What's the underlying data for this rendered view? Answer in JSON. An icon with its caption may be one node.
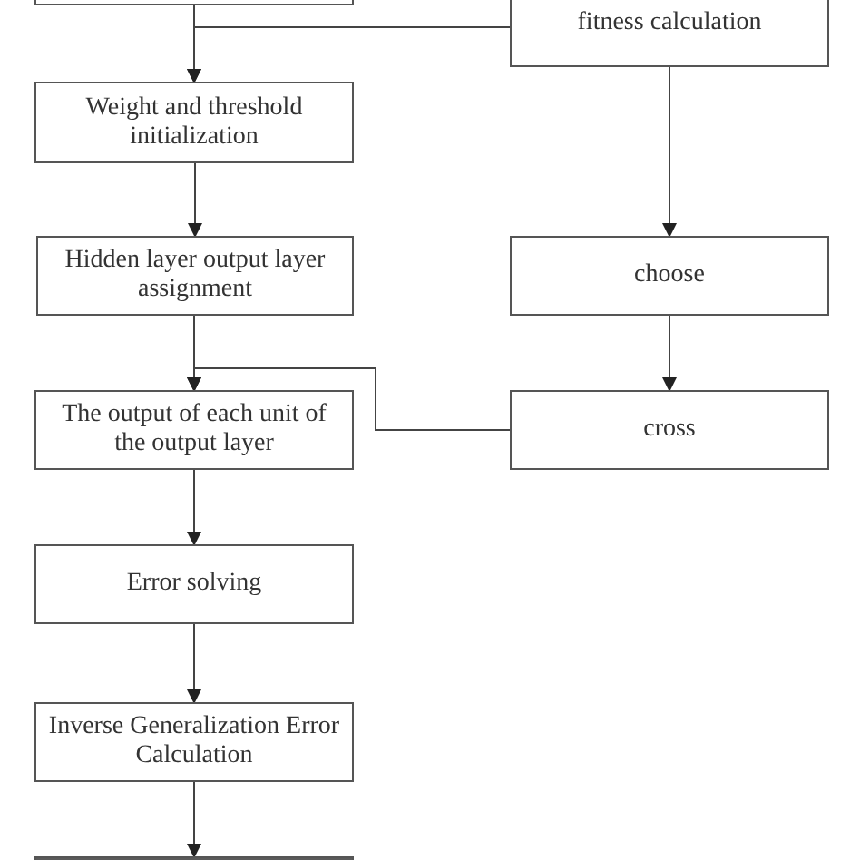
{
  "diagram": {
    "nodes": [
      {
        "text": [],
        "shape": "box"
      },
      {
        "text": [
          "fitness calculation"
        ]
      },
      {
        "text": [
          "Weight and threshold initialization"
        ]
      },
      {
        "text": [
          "Hidden layer output layer assignment"
        ]
      },
      {
        "text": [
          "The output of each unit of the output layer"
        ]
      },
      {
        "text": [
          "Error solving"
        ]
      },
      {
        "text": [
          "Inverse Generalization Error Calculation"
        ]
      },
      {
        "text": [],
        "shape": "box"
      },
      {
        "text": [
          "choose"
        ]
      },
      {
        "text": [
          "cross"
        ]
      }
    ],
    "edges": [
      {
        "from": 0,
        "to": 2,
        "arrow": "to"
      },
      {
        "from": 1,
        "to": 2,
        "arrow": "to"
      },
      {
        "from": 2,
        "to": 3,
        "arrow": "to"
      },
      {
        "from": 3,
        "to": 4,
        "arrow": "to"
      },
      {
        "from": 9,
        "to": 4,
        "arrow": "to"
      },
      {
        "from": 4,
        "to": 5,
        "arrow": "to"
      },
      {
        "from": 5,
        "to": 6,
        "arrow": "to"
      },
      {
        "from": 6,
        "to": 7,
        "arrow": "to"
      },
      {
        "from": 1,
        "to": 8,
        "arrow": "to"
      },
      {
        "from": 8,
        "to": 9,
        "arrow": "to"
      }
    ]
  }
}
